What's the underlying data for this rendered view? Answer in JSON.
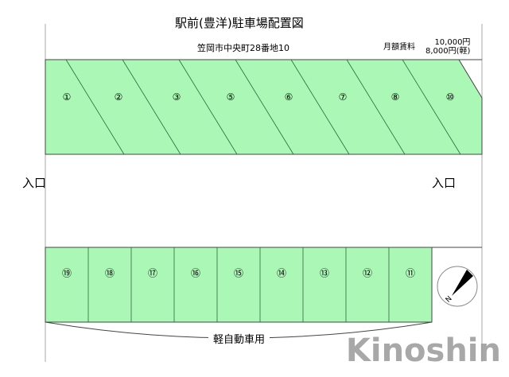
{
  "title": "駅前(豊洋)駐車場配置図",
  "address": "笠岡市中央町28番地10",
  "fee_label": "月額賃料",
  "fee_regular": "10,000円",
  "fee_kei": "8,000円(軽)",
  "entrance_left": "入口",
  "entrance_right": "入口",
  "kei_label": "軽自動車用",
  "watermark": "Kinoshin",
  "compass_label": "N",
  "colors": {
    "space_fill": "#aaf7b6",
    "line": "#333333"
  },
  "top_spaces": [
    "①",
    "②",
    "③",
    "⑤",
    "⑥",
    "⑦",
    "⑧",
    "⑩"
  ],
  "bottom_spaces": [
    "⑲",
    "⑱",
    "⑰",
    "⑯",
    "⑮",
    "⑭",
    "⑬",
    "⑫",
    "⑪"
  ]
}
